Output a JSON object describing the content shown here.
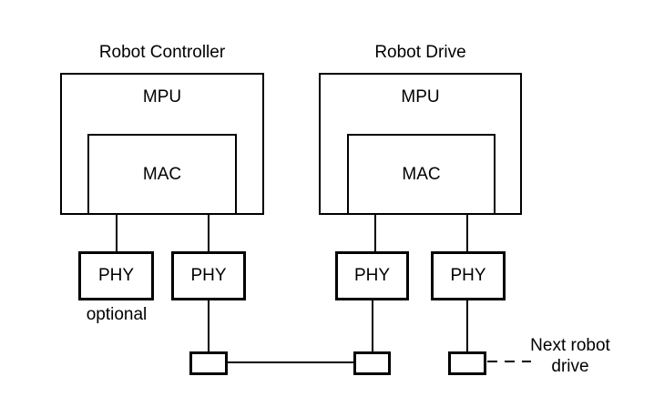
{
  "diagram": {
    "background_color": "#ffffff",
    "stroke_color": "#000000",
    "robot_controller": {
      "title": "Robot Controller",
      "mpu_label": "MPU",
      "mac_label": "MAC",
      "phy_optional_label": "PHY",
      "phy_main_label": "PHY",
      "optional_note": "optional"
    },
    "robot_drive": {
      "title": "Robot Drive",
      "mpu_label": "MPU",
      "mac_label": "MAC",
      "phy_left_label": "PHY",
      "phy_right_label": "PHY"
    },
    "next_robot_drive": {
      "line1": "Next robot",
      "line2": "drive"
    }
  }
}
